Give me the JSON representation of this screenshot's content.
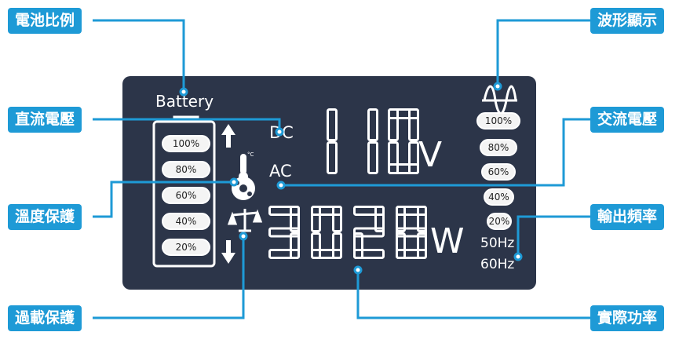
{
  "callouts": {
    "battery_ratio": "電池比例",
    "dc_voltage": "直流電壓",
    "temperature_protection": "溫度保護",
    "overload_protection": "過載保護",
    "waveform_display": "波形顯示",
    "ac_voltage": "交流電壓",
    "output_frequency": "輸出頻率",
    "actual_power": "實際功率"
  },
  "lcd": {
    "battery_label": "Battery",
    "battery_levels": [
      "100%",
      "80%",
      "60%",
      "40%",
      "20%"
    ],
    "dc_label": "DC",
    "ac_label": "AC",
    "voltage_value": "110",
    "voltage_unit": "V",
    "power_value": "3028",
    "power_unit": "W",
    "output_levels": [
      "100%",
      "80%",
      "60%",
      "40%",
      "20%"
    ],
    "freq_50": "50Hz",
    "freq_60": "60Hz",
    "temp_unit": "°C"
  },
  "colors": {
    "callout_bg": "#1e9ad6",
    "lcd_bg": "#2c3549",
    "segment": "#ffffff",
    "line": "#1e9ad6"
  },
  "icons": [
    "arrow-up-icon",
    "arrow-down-icon",
    "thermometer-icon",
    "fan-icon",
    "scale-icon",
    "sine-wave-icon"
  ]
}
